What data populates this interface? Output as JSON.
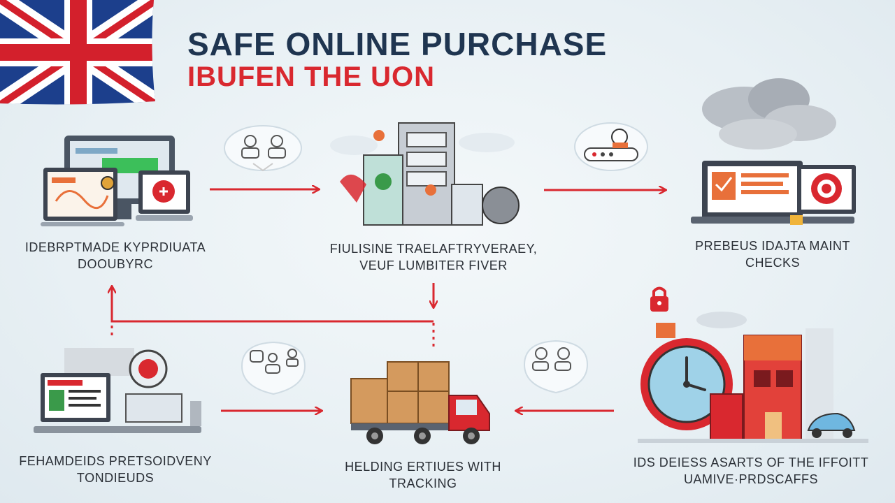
{
  "header": {
    "title": "SAFE ONLINE PURCHASE",
    "subtitle": "IBUFEN THE UON"
  },
  "colors": {
    "navy": "#1f3550",
    "red": "#d9282f",
    "orange": "#e8703a",
    "cardboard": "#d49a5e",
    "background": "#eaf1f5"
  },
  "nodes": [
    {
      "line1": "IDEBRPTMADE KYPRDIUATA",
      "line2": "DOOUBYRC",
      "icon": "laptop-monitor-icon"
    },
    {
      "line1": "FIULISINE TRAELAFTRYVERAEY,",
      "line2": "VEUF LUMBITER FIVER",
      "icon": "server-pharmacy-icon"
    },
    {
      "line1": "PREBEUS IDAJTA MAINT",
      "line2": "CHECKS",
      "icon": "laptop-target-icon"
    },
    {
      "line1": "FEHAMDEIDS PRETSOIDVENY",
      "line2": "TONDIEUDS",
      "icon": "computer-globe-icon"
    },
    {
      "line1": "HELDING ERTIUES WITH",
      "line2": "TRACKING",
      "icon": "delivery-truck-icon"
    },
    {
      "line1": "IDS DEIESS ASARTS OF THE IFFOITT",
      "line2": "UAMIVE·PRDSCAFFS",
      "icon": "clock-building-icon"
    }
  ],
  "icons": {
    "flag": "union-jack-flag-icon",
    "users_badge": "user-group-badge-icon",
    "security_key": "security-key-icon",
    "lock": "padlock-icon"
  }
}
